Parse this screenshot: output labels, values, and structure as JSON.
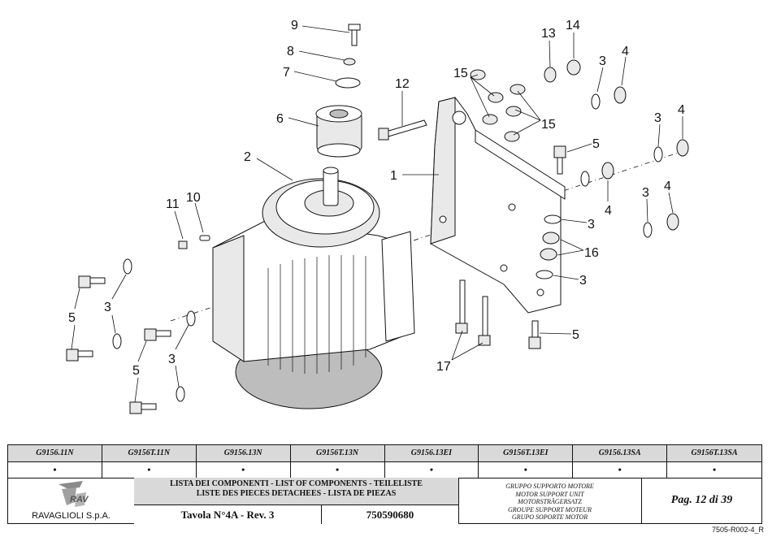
{
  "drawing": {
    "callouts": [
      "1",
      "2",
      "3",
      "4",
      "5",
      "6",
      "7",
      "8",
      "9",
      "10",
      "11",
      "12",
      "13",
      "14",
      "15",
      "16",
      "17"
    ]
  },
  "footer": {
    "models": [
      {
        "code": "G9156.11N",
        "mark": "•"
      },
      {
        "code": "G9156T.11N",
        "mark": "•"
      },
      {
        "code": "G9156.13N",
        "mark": "•"
      },
      {
        "code": "G9156T.13N",
        "mark": "•"
      },
      {
        "code": "G9156.13EI",
        "mark": "•"
      },
      {
        "code": "G9156T.13EI",
        "mark": "•"
      },
      {
        "code": "G9156.13SA",
        "mark": "•"
      },
      {
        "code": "G9156T.13SA",
        "mark": "•"
      }
    ],
    "company": "RAVAGLIOLI S.p.A.",
    "title_line1": "LISTA DEI COMPONENTI - LIST OF COMPONENTS - TEILELISTE",
    "title_line2": "LISTE DES PIECES DETACHEES - LISTA DE PIEZAS",
    "table_rev": "Tavola N°4A - Rev. 3",
    "part_number": "750590680",
    "group": [
      "GRUPPO SUPPORTO MOTORE",
      "MOTOR SUPPORT UNIT",
      "MOTORSTRÄGERSATZ",
      "GROUPE SUPPORT MOTEUR",
      "GRUPO SOPORTE MOTOR"
    ],
    "page": "Pag. 12 di 39",
    "doc_ref": "7505-R002-4_R"
  }
}
